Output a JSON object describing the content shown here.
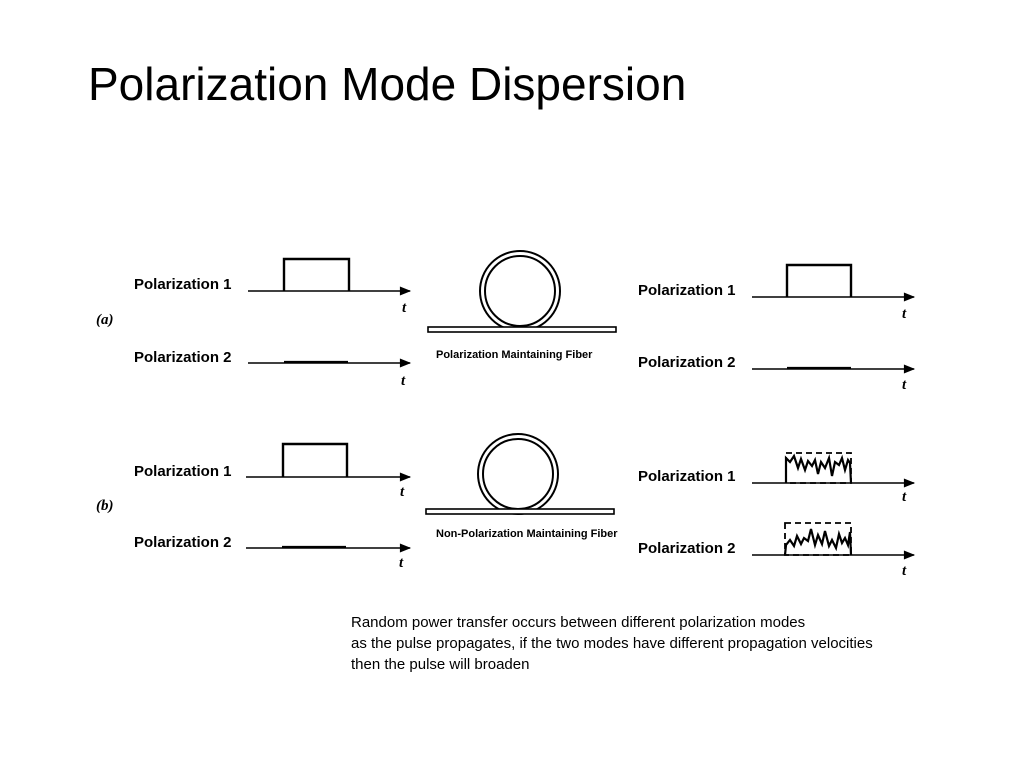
{
  "title": "Polarization Mode Dispersion",
  "row_a": {
    "caption": "(a)",
    "fiber_label": "Polarization Maintaining Fiber",
    "input_labels": [
      "Polarization 1",
      "Polarization 2"
    ],
    "output_labels": [
      "Polarization 1",
      "Polarization 2"
    ],
    "axis_label": "t"
  },
  "row_b": {
    "caption": "(b)",
    "fiber_label": "Non-Polarization Maintaining Fiber",
    "input_labels": [
      "Polarization 1",
      "Polarization 2"
    ],
    "output_labels": [
      "Polarization 1",
      "Polarization 2"
    ],
    "axis_label": "t"
  },
  "description": [
    "Random power transfer occurs between different polarization modes",
    "as the pulse propagates, if the two modes have different propagation velocities",
    "then the pulse will broaden"
  ]
}
